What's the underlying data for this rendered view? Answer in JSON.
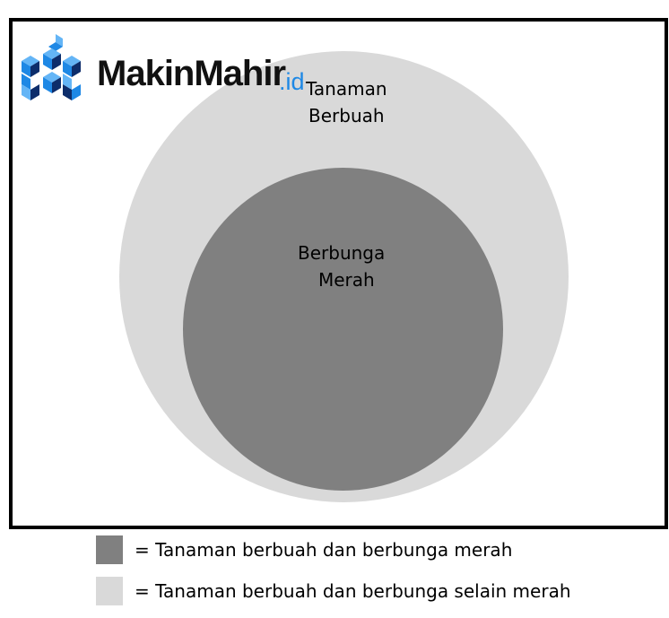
{
  "colors": {
    "outer_circle": "#d9d9d9",
    "inner_circle": "#808080",
    "frame_border": "#000000",
    "logo_blue": "#1e88e5",
    "logo_blue_light": "#64b5f6",
    "logo_navy": "#0d2d6b"
  },
  "logo": {
    "name": "MakinMahir",
    "suffix": ".id"
  },
  "venn": {
    "outer_label_line1": "Tanaman",
    "outer_label_line2": "Berbuah",
    "inner_label_line1": "Berbunga",
    "inner_label_line2": "Merah"
  },
  "legend": [
    {
      "text": "= Tanaman berbuah dan berbunga merah",
      "color": "#808080"
    },
    {
      "text": "= Tanaman berbuah dan berbunga selain merah",
      "color": "#d9d9d9"
    }
  ]
}
